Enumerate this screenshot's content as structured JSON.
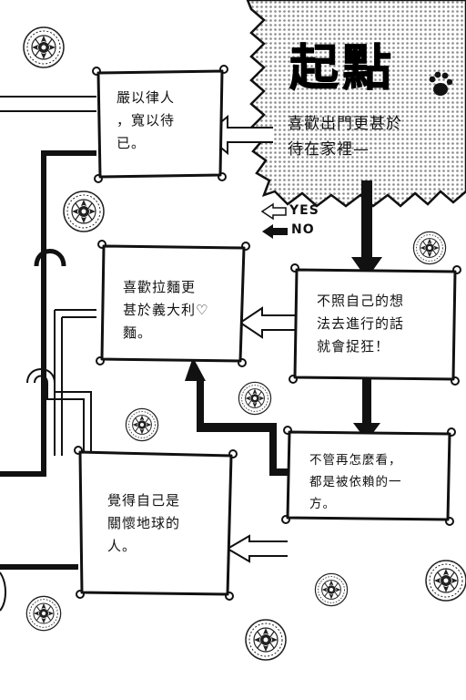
{
  "start": {
    "title": "起點",
    "subtitle": "喜歡出門更甚於\n待在家裡—"
  },
  "legend": {
    "yes_label": "YES",
    "no_label": "NO"
  },
  "boxes": {
    "a": "嚴以律人\n，寬以待\n已。",
    "b": "喜歡拉麵更\n甚於義大利♡\n麵。",
    "c": "不照自己的想\n法去進行的話\n就會捉狂！",
    "d": "不管再怎麼看，\n都是被依賴的一\n方。",
    "e": "覺得自己是\n關懷地球的\n人。"
  },
  "colors": {
    "ink": "#111111",
    "paper": "#ffffff",
    "screentone": "#9a9a9a"
  }
}
